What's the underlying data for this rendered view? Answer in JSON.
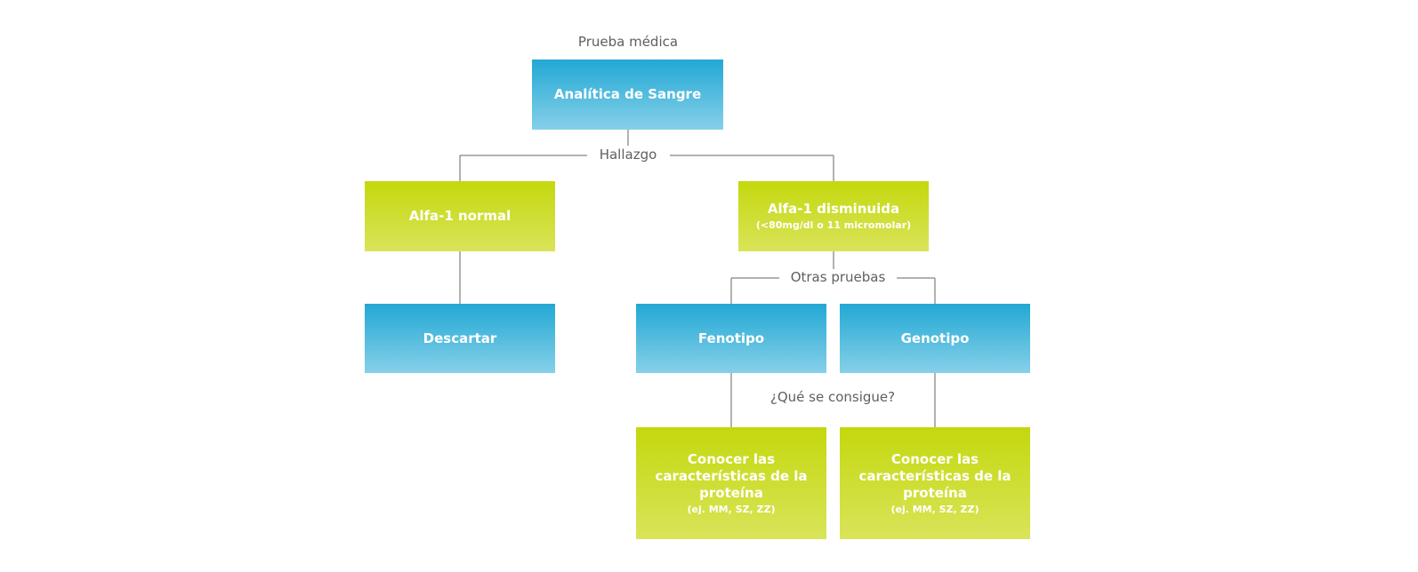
{
  "labels": {
    "test": "Prueba médica",
    "finding": "Hallazgo",
    "other_tests": "Otras pruebas",
    "outcome": "¿Qué se consigue?"
  },
  "nodes": {
    "blood_test": {
      "title": "Analítica de Sangre"
    },
    "alfa_normal": {
      "title": "Alfa-1 normal"
    },
    "alfa_low": {
      "title": "Alfa-1 disminuida",
      "subtitle": "(<80mg/dl o 11 micromolar)"
    },
    "discard": {
      "title": "Descartar"
    },
    "phenotype": {
      "title": "Fenotipo"
    },
    "genotype": {
      "title": "Genotipo"
    },
    "phenotype_result": {
      "title": "Conocer las características de la proteína",
      "subtitle": "(ej. MM, SZ, ZZ)"
    },
    "genotype_result": {
      "title": "Conocer las características de la proteína",
      "subtitle": "(ej. MM, SZ, ZZ)"
    }
  },
  "colors": {
    "blue_top": "#22a8d4",
    "blue_bottom": "#86d0e9",
    "green_top": "#c4d80d",
    "green_bottom": "#d9e45a",
    "connector": "#666666",
    "label_text": "#5f5f5f"
  }
}
